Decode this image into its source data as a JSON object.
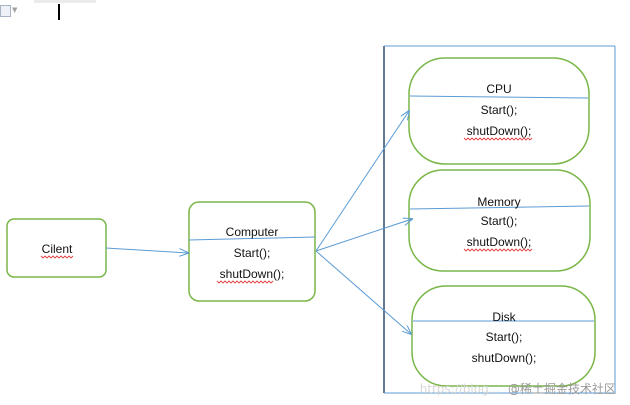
{
  "colors": {
    "node_border": "#7ab648",
    "arrow": "#5b9bd5",
    "frame": "#1f4e79",
    "text": "#111111",
    "spell_squiggle": "#e04040"
  },
  "diagram": {
    "client": {
      "label": "Cilent"
    },
    "computer": {
      "title": "Computer",
      "methods": [
        "Start();",
        "shutDown();"
      ]
    },
    "cpu": {
      "title": "CPU",
      "methods": [
        "Start();",
        "shutDown();"
      ]
    },
    "memory": {
      "title": "Memory",
      "methods": [
        "Start();",
        "shutDown();"
      ]
    },
    "disk": {
      "title": "Disk",
      "methods": [
        "Start();",
        "shutDown();"
      ]
    }
  },
  "watermark": {
    "url": "https://blog...",
    "text": "@稀土掘金技术社区"
  }
}
